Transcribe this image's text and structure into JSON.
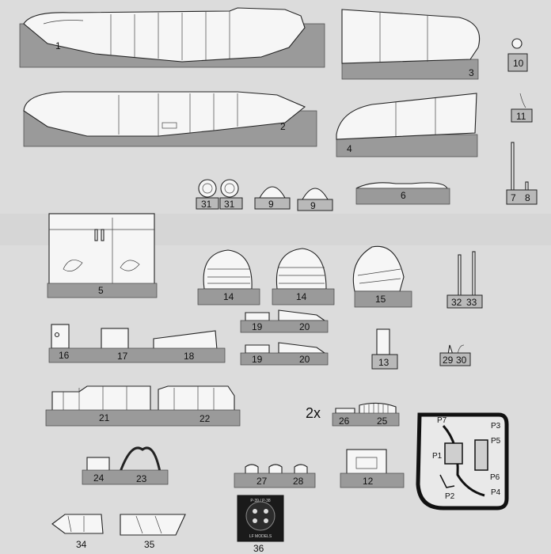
{
  "sheet": {
    "multiplier": "2x",
    "maker_logo": "LF MODELS",
    "decal_title": "P-39 / P-38"
  },
  "labels": {
    "p1": "1",
    "p2": "2",
    "p3": "3",
    "p4": "4",
    "p5": "5",
    "p6": "6",
    "p7": "7",
    "p8": "8",
    "p9a": "9",
    "p9b": "9",
    "p10": "10",
    "p11": "11",
    "p12": "12",
    "p13": "13",
    "p14a": "14",
    "p14b": "14",
    "p15": "15",
    "p16": "16",
    "p17": "17",
    "p18": "18",
    "p19a": "19",
    "p19b": "19",
    "p20a": "20",
    "p20b": "20",
    "p21": "21",
    "p22": "22",
    "p23": "23",
    "p24": "24",
    "p25": "25",
    "p26": "26",
    "p27": "27",
    "p28": "28",
    "p29": "29",
    "p30": "30",
    "p31a": "31",
    "p31b": "31",
    "p32": "32",
    "p33": "33",
    "p34": "34",
    "p35": "35",
    "p36": "36"
  },
  "photoetch": {
    "P1": "P1",
    "P2": "P2",
    "P3": "P3",
    "P4": "P4",
    "P5": "P5",
    "P6": "P6",
    "P7": "P7"
  }
}
